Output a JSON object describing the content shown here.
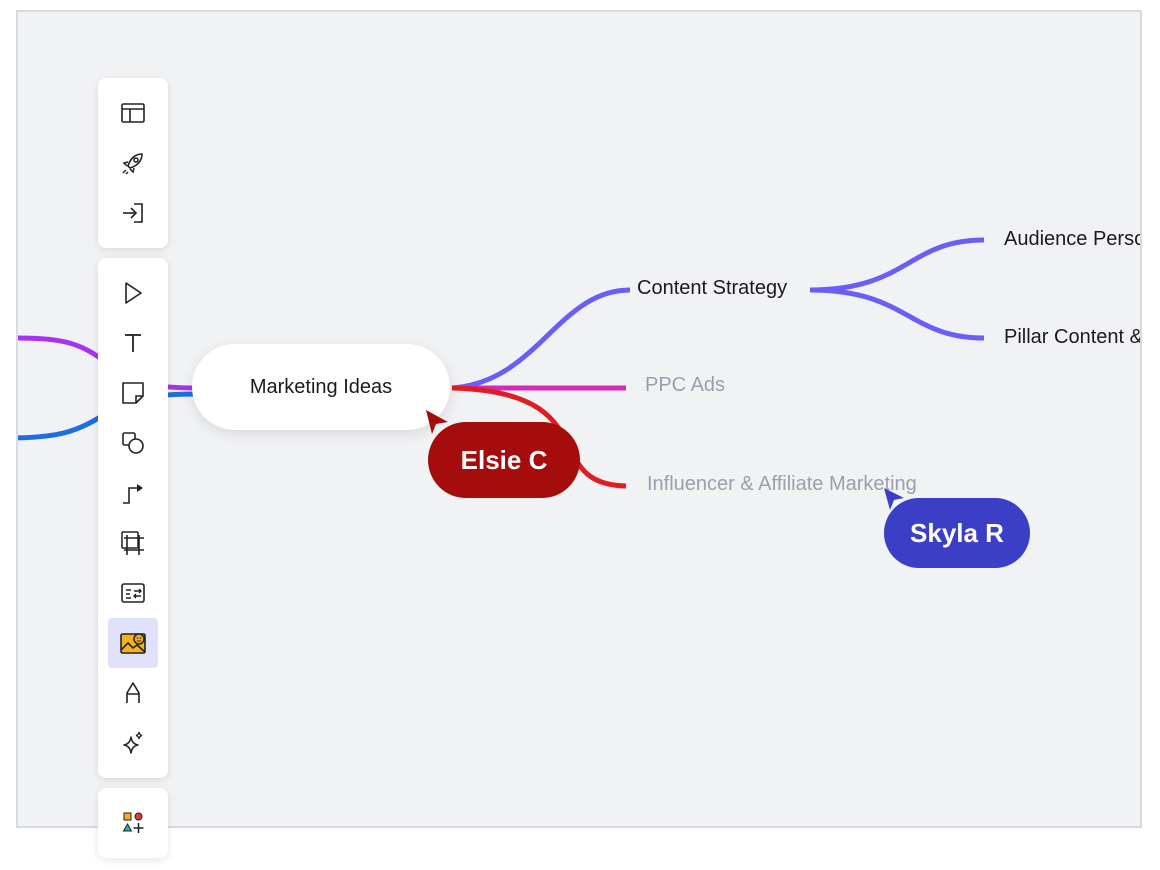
{
  "mindmap": {
    "central": "Marketing Ideas",
    "branches": [
      {
        "label": "Content Strategy",
        "color": "#6a5ef9"
      },
      {
        "label": "PPC Ads",
        "color": "#d62bb4"
      },
      {
        "label": "Influencer & Affiliate Marketing",
        "color": "#e11d24"
      }
    ],
    "sub_branches": [
      "Audience Perso",
      "Pillar Content &"
    ],
    "left_branch_colors": [
      "#a832f0",
      "#1b6fe0"
    ]
  },
  "cursors": [
    {
      "name": "Elsie C",
      "color": "#a50c0c"
    },
    {
      "name": "Skyla R",
      "color": "#3b3fc6"
    }
  ],
  "toolbar": {
    "top_group": [
      "templates-icon",
      "rocket-icon",
      "import-icon"
    ],
    "main_group": [
      "select-icon",
      "text-icon",
      "sticky-note-icon",
      "shapes-icon",
      "connector-icon",
      "frame-icon",
      "card-icon",
      "image-sticker-icon",
      "pen-icon",
      "ai-sparkle-icon"
    ],
    "active_tool": "image-sticker-icon",
    "bottom_group": [
      "more-shapes-icon"
    ]
  }
}
